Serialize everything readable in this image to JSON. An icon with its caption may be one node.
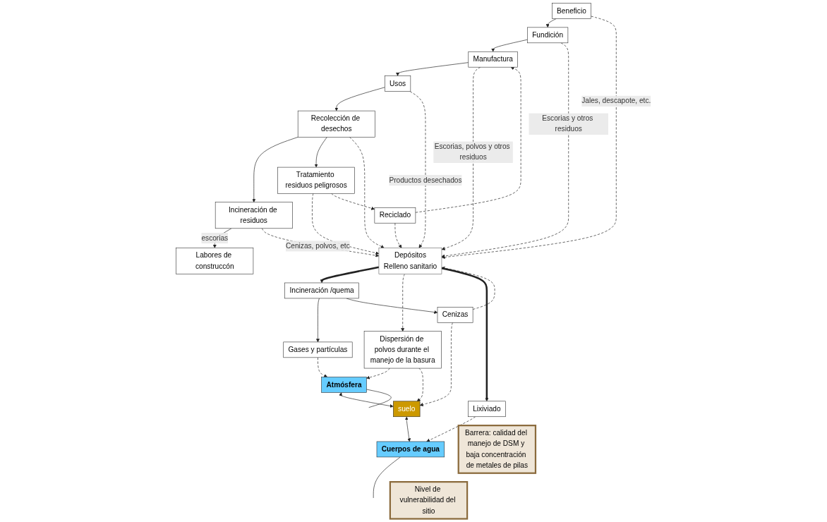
{
  "diagram": {
    "nodes": [
      {
        "text": [
          "Beneficio"
        ]
      },
      {
        "text": [
          "Fundición"
        ]
      },
      {
        "text": [
          "Reciclado"
        ]
      },
      {
        "text": [
          "Manufactura"
        ]
      },
      {
        "text": [
          "Usos"
        ]
      },
      {
        "text": [
          "Recolección de desechos"
        ]
      },
      {
        "text": [
          "Incineración de residuos"
        ]
      },
      {
        "text": [
          "Tratamiento residuos peligrosos"
        ]
      },
      {
        "text": [
          "Labores de construccón"
        ]
      },
      {
        "text": [
          "Depósitos",
          "Relleno sanitario"
        ]
      },
      {
        "text": [
          "Barrera: calidad del manejo de DSM y baja concentración de metales de pilas"
        ]
      },
      {
        "text": [
          "Gases y partículas"
        ]
      },
      {
        "text": [
          "Incineración /quema"
        ]
      },
      {
        "text": [
          "Cenizas"
        ]
      },
      {
        "text": [
          "Dispersión de polvos durante el manejo de la basura"
        ]
      },
      {
        "text": [
          "Lixiviado"
        ]
      },
      {
        "text": [
          "Nivel de vulnerabilidad del sitio"
        ]
      },
      {
        "text": [
          "Atmósfera"
        ]
      },
      {
        "text": [
          "suelo"
        ]
      },
      {
        "text": [
          "Cuerpos de agua"
        ]
      }
    ],
    "edges": [
      {
        "from": 0,
        "to": 1,
        "arrow": "to"
      },
      {
        "from": 1,
        "to": 3,
        "arrow": "to"
      },
      {
        "from": 3,
        "to": 4,
        "arrow": "to"
      },
      {
        "from": 4,
        "to": 5,
        "arrow": "to"
      },
      {
        "from": 5,
        "to": 6,
        "arrow": "to"
      },
      {
        "from": 5,
        "to": 7,
        "arrow": "to"
      },
      {
        "from": 6,
        "to": 8,
        "arrow": "to",
        "label": "escorias"
      },
      {
        "from": 2,
        "to": 3,
        "arrow": "to",
        "style": "dashed"
      },
      {
        "from": 0,
        "to": 9,
        "arrow": "to",
        "style": "dashed",
        "label": "Jales, descapote, etc."
      },
      {
        "from": 1,
        "to": 9,
        "arrow": "to",
        "style": "dashed",
        "label": "Escorias y otros residuos"
      },
      {
        "from": 3,
        "to": 9,
        "arrow": "to",
        "style": "dashed",
        "label": "Escorias, polvos y otros residuos"
      },
      {
        "from": 4,
        "to": 9,
        "arrow": "to",
        "style": "dashed",
        "label": "Productos desechados"
      },
      {
        "from": 5,
        "to": 9,
        "arrow": "to",
        "style": "dashed"
      },
      {
        "from": 6,
        "to": 9,
        "arrow": "to",
        "style": "dashed",
        "label": "Cenizas, polvos, etc"
      },
      {
        "from": 7,
        "to": 9,
        "arrow": "to",
        "style": "dashed"
      },
      {
        "from": 7,
        "to": 2,
        "arrow": "to",
        "style": "dashed"
      },
      {
        "from": 2,
        "to": 9,
        "arrow": "to",
        "style": "dashed"
      },
      {
        "from": 9,
        "to": 12,
        "arrow": "to",
        "style": "thick"
      },
      {
        "from": 9,
        "to": 14,
        "arrow": "to",
        "style": "dashed"
      },
      {
        "from": 9,
        "to": 15,
        "arrow": "to",
        "style": "thick"
      },
      {
        "from": 12,
        "to": 11,
        "arrow": "to"
      },
      {
        "from": 12,
        "to": 13,
        "arrow": "to"
      },
      {
        "from": 13,
        "to": 9,
        "arrow": "to",
        "style": "dashed"
      },
      {
        "from": 11,
        "to": 17,
        "arrow": "to",
        "style": "dashed"
      },
      {
        "from": 14,
        "to": 17,
        "arrow": "to",
        "style": "dashed"
      },
      {
        "from": 13,
        "to": 18,
        "arrow": "to",
        "style": "dashed"
      },
      {
        "from": 14,
        "to": 18,
        "arrow": "to",
        "style": "dashed"
      },
      {
        "from": 15,
        "to": 19,
        "arrow": "to",
        "style": "dashed"
      },
      {
        "from": 17,
        "to": 18,
        "arrow": "both"
      },
      {
        "from": 18,
        "to": 19,
        "arrow": "both"
      },
      {
        "from": 17,
        "to": null,
        "arrow": "none"
      },
      {
        "from": 19,
        "to": null,
        "arrow": "none"
      }
    ]
  }
}
